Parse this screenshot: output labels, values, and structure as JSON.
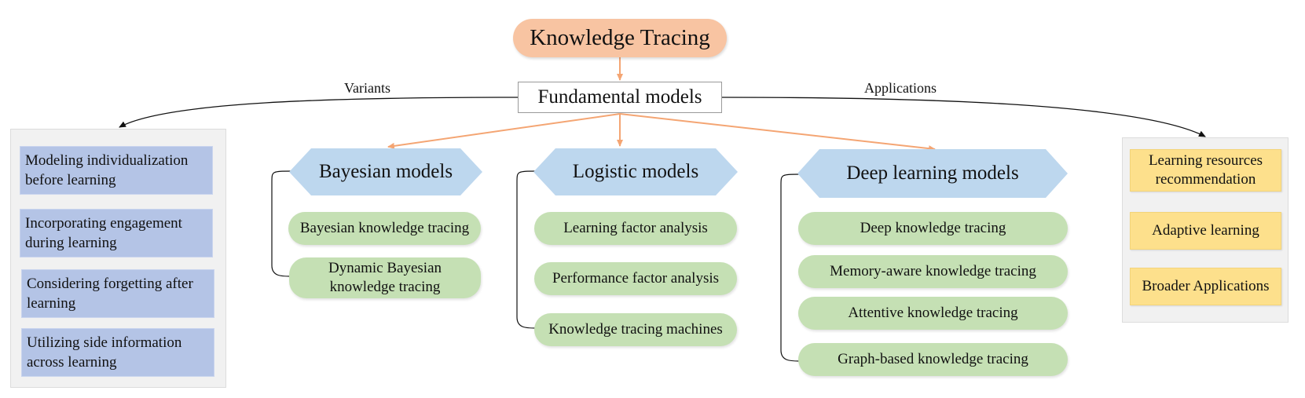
{
  "root": {
    "label": "Knowledge Tracing"
  },
  "fundamental": {
    "label": "Fundamental models"
  },
  "edges": {
    "variants": "Variants",
    "applications": "Applications"
  },
  "variants": [
    "Modeling individualization before learning",
    "Incorporating engagement during learning",
    "Considering forgetting after learning",
    "Utilizing side information across learning"
  ],
  "applications": [
    "Learning resources recommendation",
    "Adaptive learning",
    "Broader Applications"
  ],
  "model_groups": [
    {
      "title": "Bayesian models",
      "items": [
        "Bayesian knowledge tracing",
        "Dynamic Bayesian knowledge tracing"
      ]
    },
    {
      "title": "Logistic models",
      "items": [
        "Learning factor analysis",
        "Performance factor analysis",
        "Knowledge tracing machines"
      ]
    },
    {
      "title": "Deep learning models",
      "items": [
        "Deep knowledge tracing",
        "Memory-aware knowledge tracing",
        "Attentive knowledge tracing",
        "Graph-based knowledge tracing"
      ]
    }
  ],
  "colors": {
    "root": "#f8c4a2",
    "orange_arrow": "#f4a573",
    "model_header": "#bdd7ee",
    "model_item": "#c5e0b4",
    "variant_box": "#b4c4e6",
    "application_box": "#fde08c",
    "panel": "#f1f1f1"
  }
}
